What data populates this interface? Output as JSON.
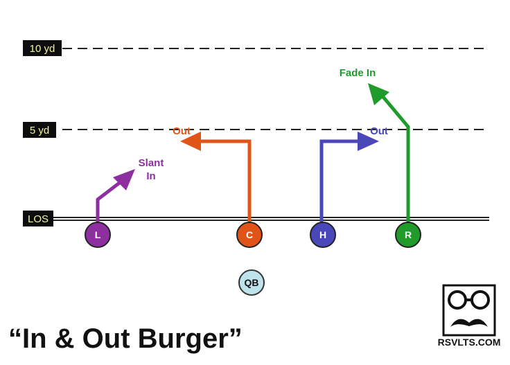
{
  "yard_markers": {
    "ten": "10 yd",
    "five": "5 yd",
    "los": "LOS"
  },
  "players": {
    "L": {
      "label": "L",
      "color": "#8e2fa0"
    },
    "C": {
      "label": "C",
      "color": "#e0541a"
    },
    "H": {
      "label": "H",
      "color": "#4a48b8"
    },
    "R": {
      "label": "R",
      "color": "#1f9a2b"
    },
    "QB": {
      "label": "QB",
      "color": "#bfe3ea"
    }
  },
  "routes": {
    "L": {
      "label_line1": "Slant",
      "label_line2": "In"
    },
    "C": {
      "label": "Out"
    },
    "H": {
      "label": "Out"
    },
    "R": {
      "label": "Fade In"
    }
  },
  "title": "“In & Out Burger”",
  "brand": {
    "name": "RSVLTS.COM",
    "logo": "mustache-glasses-logo"
  }
}
